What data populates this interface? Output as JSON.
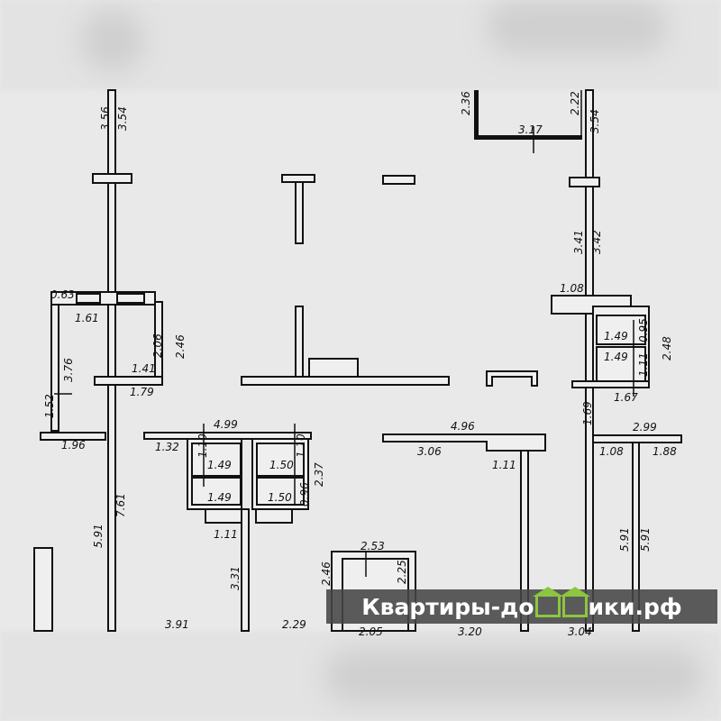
{
  "plan": {
    "dims": [
      "3.56",
      "3.54",
      "2.36",
      "2.22",
      "3.17",
      "3.54",
      "3.41",
      "3.42",
      "0.63",
      "1.61",
      "2.06",
      "2.46",
      "1.41",
      "3.76",
      "1.79",
      "1.52",
      "1.96",
      "7.61",
      "5.91",
      "4.99",
      "1.32",
      "1.10",
      "1.49",
      "1.50",
      "1.10",
      "2.37",
      "1.49",
      "1.50",
      "0.96",
      "1.11",
      "3.31",
      "3.91",
      "2.29",
      "2.53",
      "2.46",
      "2.05",
      "3.20",
      "3.04",
      "4.96",
      "3.06",
      "1.11",
      "1.08",
      "1.49",
      "0.95",
      "2.48",
      "1.49",
      "1.11",
      "1.67",
      "1.69",
      "2.99",
      "1.08",
      "1.88",
      "5.91",
      "5.91",
      "2.25"
    ]
  },
  "watermark": {
    "text_before": "Квартиры-до",
    "text_after": "ики.рф",
    "full": "Квартиры-домики.рф",
    "accent": "#8cc63f"
  }
}
